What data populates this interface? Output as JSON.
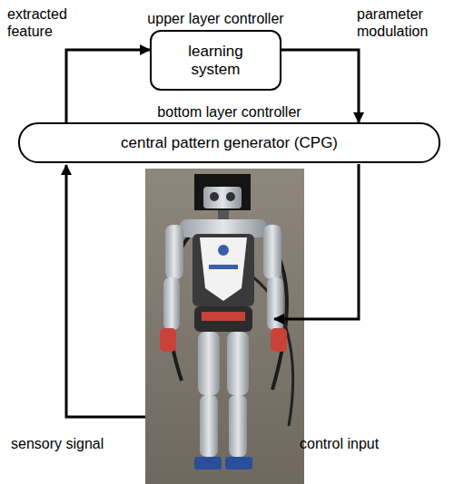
{
  "diagram": {
    "nodes": [
      {
        "text": [
          "upper layer controller",
          "learning system"
        ]
      },
      {
        "text": [
          "bottom layer controller",
          "central pattern generator (CPG)"
        ]
      }
    ],
    "edges": [
      {
        "from": 1,
        "to": 0,
        "arrow": "to",
        "label": "extracted feature"
      },
      {
        "from": 0,
        "to": 1,
        "arrow": "to",
        "label": "parameter modulation"
      }
    ],
    "labels": [
      "sensory signal",
      "control input"
    ]
  }
}
